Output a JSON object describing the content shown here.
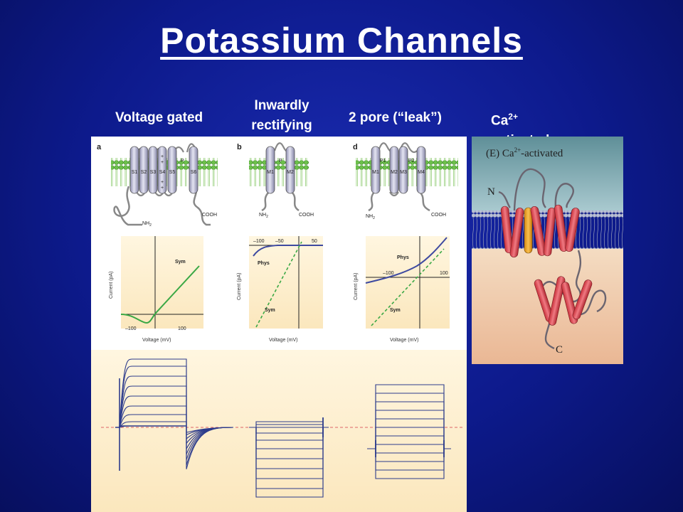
{
  "slide": {
    "title": "Potassium Channels",
    "columns": {
      "voltage_gated": "Voltage gated",
      "inward_line1": "Inwardly",
      "inward_line2": "rectifying",
      "two_pore": "2 pore (“leak”)",
      "ca_prefix": "Ca",
      "ca_sup": "2+",
      "ca_suffix": "activated"
    }
  },
  "panel": {
    "letters": [
      "a",
      "b",
      "d"
    ],
    "segments_a": [
      "S1",
      "S2",
      "S3",
      "S4",
      "S5",
      "S6"
    ],
    "segments_b": [
      "M1",
      "M2"
    ],
    "segments_d": [
      "M1",
      "M2",
      "M3",
      "M4"
    ],
    "pore_a": "P",
    "pore_b": "P",
    "pore_d1": "P1",
    "pore_d2": "P2",
    "nh2": "NH",
    "nh2_sub": "2",
    "cooh": "COOH",
    "ylabel": "Current (pA)",
    "xlabel": "Voltage (mV)",
    "sym": "Sym",
    "phys": "Phys",
    "iv_a_ticks": [
      "–100",
      "100"
    ],
    "iv_b_ticks": [
      "–100",
      "–50",
      "50"
    ],
    "iv_d_ticks": [
      "–100",
      "100"
    ]
  },
  "fig_e": {
    "label_prefix": "(E) Ca",
    "label_sup": "2+",
    "label_suffix": "-activated",
    "n_term": "N",
    "c_term": "C"
  }
}
